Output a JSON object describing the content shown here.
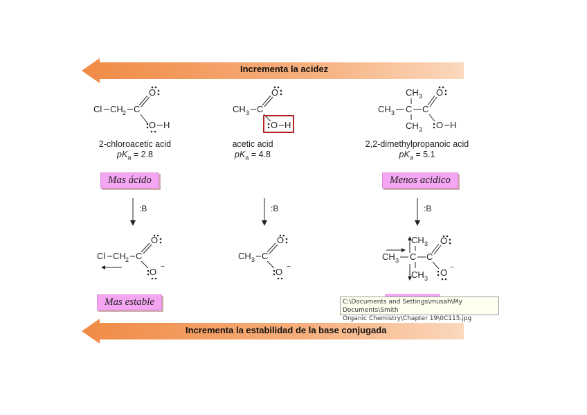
{
  "top_arrow": {
    "label": "Incrementa la acidez"
  },
  "bottom_arrow": {
    "label": "Incrementa la estabilidad de la base conjugada"
  },
  "acids": [
    {
      "name": "2-chloroacetic acid",
      "pka_label": "pK",
      "pka_sub": "a",
      "pka_value": " = 2.8"
    },
    {
      "name": "acetic acid",
      "pka_label": "pK",
      "pka_sub": "a",
      "pka_value": " = 4.8"
    },
    {
      "name": "2,2-dimethylpropanoic acid",
      "pka_label": "pK",
      "pka_sub": "a",
      "pka_value": " = 5.1"
    }
  ],
  "labels": {
    "mas_acido": "Mas ácido",
    "menos_acidico": "Menos acidico",
    "mas_estable": "Mas estable"
  },
  "base": {
    "symbol": ":B"
  },
  "atoms": {
    "cl": "Cl",
    "ch": "CH",
    "c": "C",
    "o": "O",
    "h": "H",
    "sub2": "2",
    "sub3": "3",
    "minus": "−"
  },
  "tooltip": {
    "line1": "C:\\Documents and Settings\\musah\\My Documents\\Smith",
    "line2": "Organic Chemistry\\Chapter 19\\0C115.jpg"
  },
  "colors": {
    "arrow": "#f39a5c",
    "arrow_light": "#f7c89a",
    "pink": "#f4a6f2",
    "highlight_box": "#b22222"
  }
}
